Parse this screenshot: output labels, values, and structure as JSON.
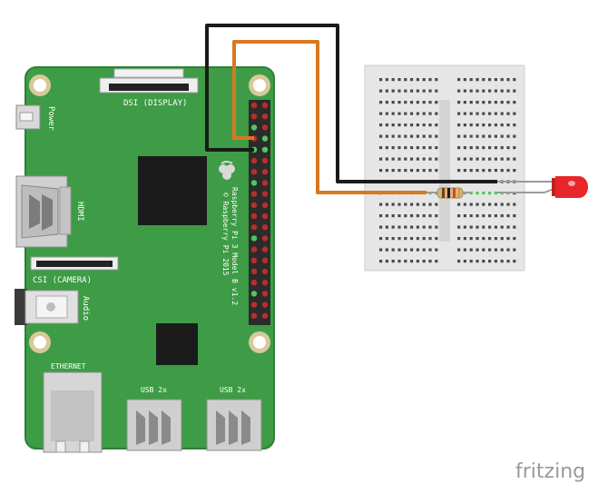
{
  "board": {
    "labels": {
      "dsi": "DSI (DISPLAY)",
      "power": "Power",
      "hdmi": "HDMI",
      "csi": "CSI (CAMERA)",
      "audio": "Audio",
      "ethernet": "ETHERNET",
      "usb_left": "USB 2x",
      "usb_right": "USB 2x",
      "model_line1": "Raspberry Pi 3 Model B v1.2",
      "model_line2": "© Raspberry Pi 2015"
    }
  },
  "watermark": "fritzing",
  "colors": {
    "board": "#3d9c45",
    "board_edge": "#2f7f37",
    "wire_black": "#1a1a1a",
    "wire_orange": "#d9781e",
    "breadboard": "#e6e6e6",
    "led": "#e8262a",
    "chip": "#1b1b1b",
    "header_pin": "#b5302b"
  },
  "components": {
    "microcontroller": "raspberry-pi-3-model-b",
    "resistor_icon": "resistor-icon",
    "led_icon": "led-icon"
  }
}
